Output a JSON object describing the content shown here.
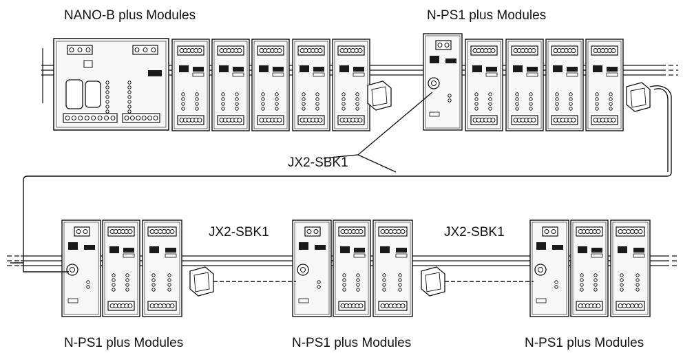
{
  "labels": {
    "top_left": "NANO-B plus Modules",
    "top_right": "N-PS1 plus Modules",
    "cable_main": "JX2-SBK1",
    "cable_mid_left": "JX2-SBK1",
    "cable_mid_right": "JX2-SBK1",
    "bottom_left": "N-PS1 plus Modules",
    "bottom_mid": "N-PS1 plus Modules",
    "bottom_right": "N-PS1 plus Modules"
  },
  "colors": {
    "line": "#111111",
    "module_fill": "#f7f7f7",
    "label_dark": "#1a1a1a",
    "background": "#ffffff"
  },
  "icons": [
    "din-rail",
    "io-module",
    "power-supply-module",
    "controller-module",
    "sub-d-connector",
    "cable"
  ]
}
